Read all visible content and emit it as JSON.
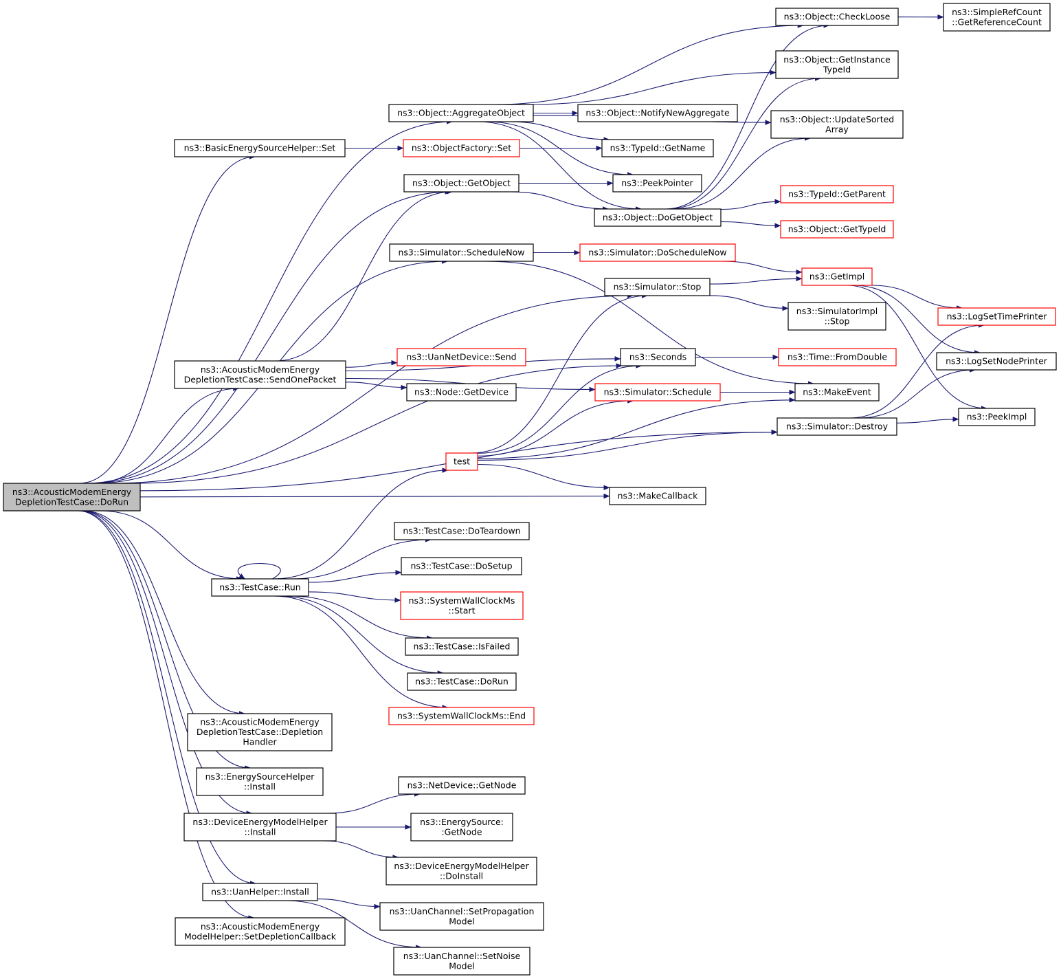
{
  "graph": {
    "nodes": [
      {
        "id": "dorun",
        "lines": [
          "ns3::AcousticModemEnergy",
          "DepletionTestCase::DoRun"
        ],
        "style": "gray"
      },
      {
        "id": "besh_set",
        "lines": [
          "ns3::BasicEnergySourceHelper::Set"
        ],
        "style": "black"
      },
      {
        "id": "aggregate",
        "lines": [
          "ns3::Object::AggregateObject"
        ],
        "style": "black"
      },
      {
        "id": "getobject",
        "lines": [
          "ns3::Object::GetObject"
        ],
        "style": "black"
      },
      {
        "id": "schedulenow",
        "lines": [
          "ns3::Simulator::ScheduleNow"
        ],
        "style": "black"
      },
      {
        "id": "sendonepacket",
        "lines": [
          "ns3::AcousticModemEnergy",
          "DepletionTestCase::SendOnePacket"
        ],
        "style": "black"
      },
      {
        "id": "tc_run",
        "lines": [
          "ns3::TestCase::Run"
        ],
        "style": "black"
      },
      {
        "id": "depl_handler",
        "lines": [
          "ns3::AcousticModemEnergy",
          "DepletionTestCase::Depletion",
          "Handler"
        ],
        "style": "black"
      },
      {
        "id": "esh_install",
        "lines": [
          "ns3::EnergySourceHelper",
          "::Install"
        ],
        "style": "black"
      },
      {
        "id": "demh_install",
        "lines": [
          "ns3::DeviceEnergyModelHelper",
          "::Install"
        ],
        "style": "black"
      },
      {
        "id": "uanhelper_install",
        "lines": [
          "ns3::UanHelper::Install"
        ],
        "style": "black"
      },
      {
        "id": "amemh_setdepl",
        "lines": [
          "ns3::AcousticModemEnergy",
          "ModelHelper::SetDepletionCallback"
        ],
        "style": "black"
      },
      {
        "id": "objfactory_set",
        "lines": [
          "ns3::ObjectFactory::Set"
        ],
        "style": "red"
      },
      {
        "id": "uannetdevice_send",
        "lines": [
          "ns3::UanNetDevice::Send"
        ],
        "style": "red"
      },
      {
        "id": "node_getdevice",
        "lines": [
          "ns3::Node::GetDevice"
        ],
        "style": "black"
      },
      {
        "id": "test",
        "lines": [
          "test"
        ],
        "style": "red"
      },
      {
        "id": "tc_doteardown",
        "lines": [
          "ns3::TestCase::DoTeardown"
        ],
        "style": "black"
      },
      {
        "id": "tc_dosetup",
        "lines": [
          "ns3::TestCase::DoSetup"
        ],
        "style": "black"
      },
      {
        "id": "swc_start",
        "lines": [
          "ns3::SystemWallClockMs",
          "::Start"
        ],
        "style": "red"
      },
      {
        "id": "tc_isfailed",
        "lines": [
          "ns3::TestCase::IsFailed"
        ],
        "style": "black"
      },
      {
        "id": "tc_dorun",
        "lines": [
          "ns3::TestCase::DoRun"
        ],
        "style": "black"
      },
      {
        "id": "swc_end",
        "lines": [
          "ns3::SystemWallClockMs::End"
        ],
        "style": "red"
      },
      {
        "id": "netdevice_getnode",
        "lines": [
          "ns3::NetDevice::GetNode"
        ],
        "style": "black"
      },
      {
        "id": "energysource_getnode",
        "lines": [
          "ns3::EnergySource:",
          ":GetNode"
        ],
        "style": "black"
      },
      {
        "id": "demh_doinstall",
        "lines": [
          "ns3::DeviceEnergyModelHelper",
          "::DoInstall"
        ],
        "style": "black"
      },
      {
        "id": "uanch_setprop",
        "lines": [
          "ns3::UanChannel::SetPropagation",
          "Model"
        ],
        "style": "black"
      },
      {
        "id": "uanch_setnoise",
        "lines": [
          "ns3::UanChannel::SetNoise",
          "Model"
        ],
        "style": "black"
      },
      {
        "id": "notifynewagg",
        "lines": [
          "ns3::Object::NotifyNewAggregate"
        ],
        "style": "black"
      },
      {
        "id": "typeid_getname",
        "lines": [
          "ns3::TypeId::GetName"
        ],
        "style": "black"
      },
      {
        "id": "peekpointer",
        "lines": [
          "ns3::PeekPointer"
        ],
        "style": "black"
      },
      {
        "id": "dogetobject",
        "lines": [
          "ns3::Object::DoGetObject"
        ],
        "style": "black"
      },
      {
        "id": "doschedulenow",
        "lines": [
          "ns3::Simulator::DoScheduleNow"
        ],
        "style": "red"
      },
      {
        "id": "sim_stop",
        "lines": [
          "ns3::Simulator::Stop"
        ],
        "style": "black"
      },
      {
        "id": "seconds",
        "lines": [
          "ns3::Seconds"
        ],
        "style": "black"
      },
      {
        "id": "sim_schedule",
        "lines": [
          "ns3::Simulator::Schedule"
        ],
        "style": "red"
      },
      {
        "id": "makecallback",
        "lines": [
          "ns3::MakeCallback"
        ],
        "style": "black"
      },
      {
        "id": "checkloose",
        "lines": [
          "ns3::Object::CheckLoose"
        ],
        "style": "black"
      },
      {
        "id": "getinstancetypeid",
        "lines": [
          "ns3::Object::GetInstance",
          "TypeId"
        ],
        "style": "black"
      },
      {
        "id": "updatesorted",
        "lines": [
          "ns3::Object::UpdateSorted",
          "Array"
        ],
        "style": "black"
      },
      {
        "id": "typeid_getparent",
        "lines": [
          "ns3::TypeId::GetParent"
        ],
        "style": "red"
      },
      {
        "id": "object_gettypeid",
        "lines": [
          "ns3::Object::GetTypeId"
        ],
        "style": "red"
      },
      {
        "id": "getimpl",
        "lines": [
          "ns3::GetImpl"
        ],
        "style": "red"
      },
      {
        "id": "simimpl_stop",
        "lines": [
          "ns3::SimulatorImpl",
          "::Stop"
        ],
        "style": "black"
      },
      {
        "id": "time_fromdouble",
        "lines": [
          "ns3::Time::FromDouble"
        ],
        "style": "red"
      },
      {
        "id": "makeevent",
        "lines": [
          "ns3::MakeEvent"
        ],
        "style": "black"
      },
      {
        "id": "sim_destroy",
        "lines": [
          "ns3::Simulator::Destroy"
        ],
        "style": "black"
      },
      {
        "id": "simplerefcount",
        "lines": [
          "ns3::SimpleRefCount",
          "::GetReferenceCount"
        ],
        "style": "black"
      },
      {
        "id": "logsettimeprinter",
        "lines": [
          "ns3::LogSetTimePrinter"
        ],
        "style": "red"
      },
      {
        "id": "logsetnodeprinter",
        "lines": [
          "ns3::LogSetNodePrinter"
        ],
        "style": "black"
      },
      {
        "id": "peekimpl",
        "lines": [
          "ns3::PeekImpl"
        ],
        "style": "black"
      }
    ],
    "edges": [
      [
        "dorun",
        "besh_set"
      ],
      [
        "dorun",
        "aggregate"
      ],
      [
        "dorun",
        "getobject"
      ],
      [
        "dorun",
        "schedulenow"
      ],
      [
        "dorun",
        "sim_stop"
      ],
      [
        "dorun",
        "seconds"
      ],
      [
        "dorun",
        "sendonepacket"
      ],
      [
        "dorun",
        "makecallback"
      ],
      [
        "dorun",
        "tc_run"
      ],
      [
        "dorun",
        "sim_destroy"
      ],
      [
        "dorun",
        "depl_handler"
      ],
      [
        "dorun",
        "esh_install"
      ],
      [
        "dorun",
        "demh_install"
      ],
      [
        "dorun",
        "uanhelper_install"
      ],
      [
        "dorun",
        "amemh_setdepl"
      ],
      [
        "besh_set",
        "objfactory_set"
      ],
      [
        "objfactory_set",
        "typeid_getname"
      ],
      [
        "aggregate",
        "checkloose"
      ],
      [
        "aggregate",
        "getinstancetypeid"
      ],
      [
        "aggregate",
        "updatesorted"
      ],
      [
        "aggregate",
        "notifynewagg"
      ],
      [
        "aggregate",
        "typeid_getname"
      ],
      [
        "aggregate",
        "peekpointer"
      ],
      [
        "aggregate",
        "dogetobject"
      ],
      [
        "getobject",
        "peekpointer"
      ],
      [
        "getobject",
        "dogetobject"
      ],
      [
        "dogetobject",
        "checkloose"
      ],
      [
        "dogetobject",
        "getinstancetypeid"
      ],
      [
        "dogetobject",
        "updatesorted"
      ],
      [
        "dogetobject",
        "typeid_getparent"
      ],
      [
        "dogetobject",
        "object_gettypeid"
      ],
      [
        "checkloose",
        "simplerefcount"
      ],
      [
        "schedulenow",
        "doschedulenow"
      ],
      [
        "schedulenow",
        "makeevent"
      ],
      [
        "doschedulenow",
        "getimpl"
      ],
      [
        "sim_stop",
        "getimpl"
      ],
      [
        "sim_stop",
        "simimpl_stop"
      ],
      [
        "getimpl",
        "logsettimeprinter"
      ],
      [
        "getimpl",
        "logsetnodeprinter"
      ],
      [
        "getimpl",
        "peekimpl"
      ],
      [
        "seconds",
        "time_fromdouble"
      ],
      [
        "sim_schedule",
        "makeevent"
      ],
      [
        "sim_destroy",
        "logsettimeprinter"
      ],
      [
        "sim_destroy",
        "logsetnodeprinter"
      ],
      [
        "sim_destroy",
        "peekimpl"
      ],
      [
        "sendonepacket",
        "getobject"
      ],
      [
        "sendonepacket",
        "seconds"
      ],
      [
        "sendonepacket",
        "uannetdevice_send"
      ],
      [
        "sendonepacket",
        "node_getdevice"
      ],
      [
        "sendonepacket",
        "sim_schedule"
      ],
      [
        "test",
        "sim_stop"
      ],
      [
        "test",
        "seconds"
      ],
      [
        "test",
        "sim_schedule"
      ],
      [
        "test",
        "makeevent"
      ],
      [
        "test",
        "sim_destroy"
      ],
      [
        "test",
        "makecallback"
      ],
      [
        "tc_run",
        "tc_run"
      ],
      [
        "tc_run",
        "test"
      ],
      [
        "tc_run",
        "tc_doteardown"
      ],
      [
        "tc_run",
        "tc_dosetup"
      ],
      [
        "tc_run",
        "swc_start"
      ],
      [
        "tc_run",
        "tc_isfailed"
      ],
      [
        "tc_run",
        "tc_dorun"
      ],
      [
        "tc_run",
        "swc_end"
      ],
      [
        "demh_install",
        "netdevice_getnode"
      ],
      [
        "demh_install",
        "energysource_getnode"
      ],
      [
        "demh_install",
        "demh_doinstall"
      ],
      [
        "uanhelper_install",
        "uanch_setprop"
      ],
      [
        "uanhelper_install",
        "uanch_setnoise"
      ]
    ]
  },
  "colors": {
    "edge": "#191970",
    "border": "#000000",
    "border_red": "#ff0000",
    "root_fill": "#bfbfbf",
    "background": "#ffffff"
  }
}
